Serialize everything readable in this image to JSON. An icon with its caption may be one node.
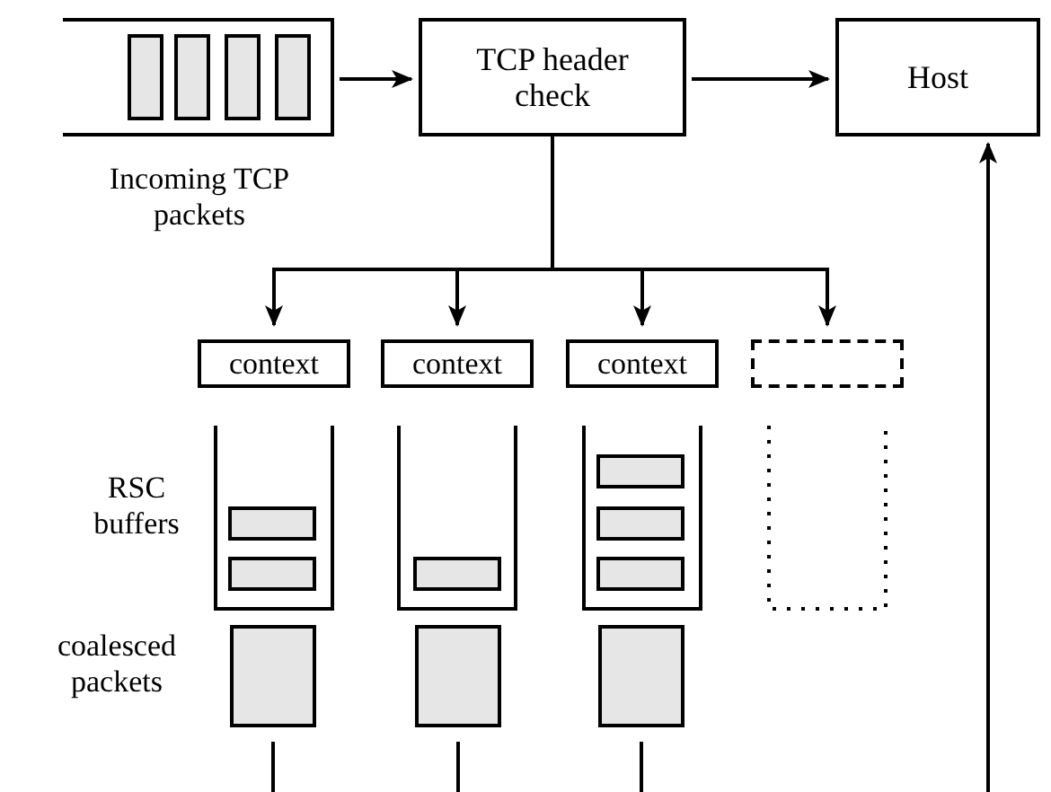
{
  "diagram": {
    "nodes": [
      {
        "text": [],
        "shape": "box",
        "beside": [
          "Incoming TCP packets"
        ]
      },
      {
        "text": [
          "TCP header check"
        ]
      },
      {
        "text": [
          "Host"
        ]
      },
      {
        "text": [
          "context"
        ]
      },
      {
        "text": [
          "context"
        ]
      },
      {
        "text": [
          "context"
        ]
      },
      {
        "text": [],
        "shape": "box"
      },
      {
        "text": [],
        "shape": "box"
      },
      {
        "text": [],
        "shape": "box"
      },
      {
        "text": [],
        "shape": "box"
      }
    ],
    "edges": [
      {
        "from": 0,
        "to": 1,
        "arrow": "to"
      },
      {
        "from": 1,
        "to": 2,
        "arrow": "to"
      },
      {
        "from": 1,
        "to": 3,
        "arrow": "to"
      },
      {
        "from": 1,
        "to": 4,
        "arrow": "to"
      },
      {
        "from": 1,
        "to": 5,
        "arrow": "to"
      },
      {
        "from": 1,
        "to": 6,
        "arrow": "to"
      },
      {
        "from": 7,
        "to": null,
        "arrow": "none"
      },
      {
        "from": 8,
        "to": null,
        "arrow": "none"
      },
      {
        "from": 9,
        "to": null,
        "arrow": "none"
      },
      {
        "from": null,
        "to": 2,
        "arrow": "to"
      }
    ],
    "labels": [
      "RSC buffers",
      "coalesced packets"
    ]
  }
}
